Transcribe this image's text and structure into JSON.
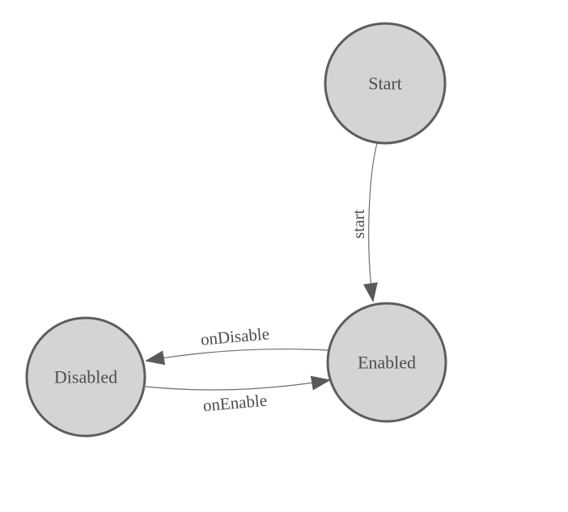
{
  "diagram": {
    "type": "state-machine",
    "nodes": [
      {
        "id": "start",
        "label": "Start"
      },
      {
        "id": "enabled",
        "label": "Enabled"
      },
      {
        "id": "disabled",
        "label": "Disabled"
      }
    ],
    "edges": [
      {
        "from": "Start",
        "to": "Enabled",
        "label": "start"
      },
      {
        "from": "Enabled",
        "to": "Disabled",
        "label": "onDisable"
      },
      {
        "from": "Disabled",
        "to": "Enabled",
        "label": "onEnable"
      }
    ],
    "colors": {
      "background": "#ffffff",
      "node-fill": "#d4d4d4",
      "node-stroke": "#5d5d5d",
      "edge-stroke": "#6e6e6e",
      "arrow-fill": "#5a5a5a",
      "text-color": "#4d4d4d"
    }
  }
}
